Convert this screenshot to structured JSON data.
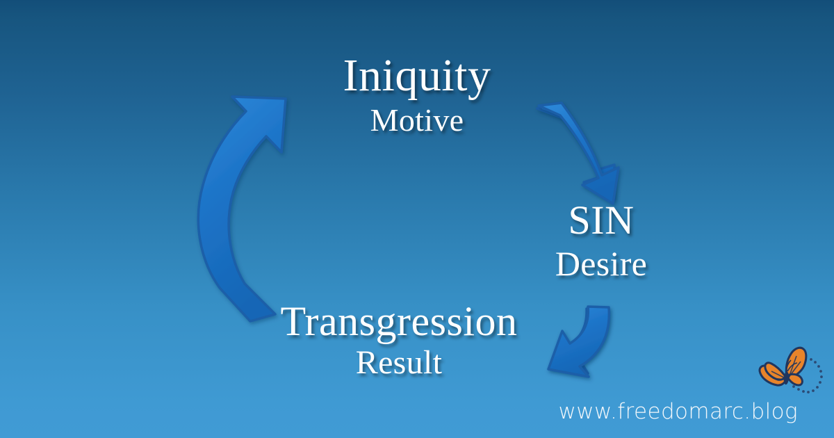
{
  "background": {
    "gradient_top": "#134e79",
    "gradient_bottom": "#419bd5",
    "direction": "vertical"
  },
  "theme": {
    "arrow_fill": "#1570c8",
    "arrow_stroke": "#1a5fa8",
    "text_color": "#ffffff",
    "butterfly_orange": "#e8842a",
    "butterfly_dark": "#20365e"
  },
  "diagram": {
    "type": "cycle",
    "nodes": [
      {
        "id": "iniquity",
        "title": "Iniquity",
        "subtitle": "Motive",
        "position": "top"
      },
      {
        "id": "sin",
        "title": "SIN",
        "subtitle": "Desire",
        "position": "right"
      },
      {
        "id": "transgression",
        "title": "Transgression",
        "subtitle": "Result",
        "position": "bottom-left"
      }
    ],
    "arrows": [
      {
        "id": "iniquity-to-sin",
        "from": "iniquity",
        "to": "sin",
        "direction": "clockwise"
      },
      {
        "id": "sin-to-transgression",
        "from": "sin",
        "to": "transgression",
        "direction": "clockwise"
      },
      {
        "id": "transgression-to-iniquity",
        "from": "transgression",
        "to": "iniquity",
        "direction": "clockwise"
      }
    ]
  },
  "brand": {
    "url": "www.freedomarc.blog",
    "logo": "butterfly-logo"
  }
}
